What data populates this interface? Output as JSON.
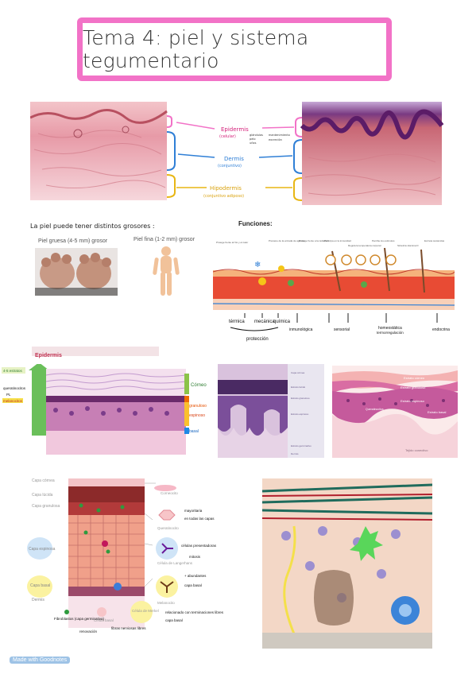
{
  "title": "Tema 4: piel y sistema tegumentario",
  "layers_diagram": {
    "epidermis": "Epidermis",
    "epidermis_sub": "(celular)",
    "epidermis_notes": [
      "glándulas",
      "pelo",
      "uñas"
    ],
    "epidermis_notes2": [
      "mantenimiento",
      "excreción"
    ],
    "dermis": "Dermis",
    "dermis_sub": "(conjuntivo)",
    "hipodermis": "Hipodermis",
    "hipodermis_sub": "(conjuntivo adiposo)"
  },
  "thickness": {
    "heading": "La piel puede tener distintos grosores :",
    "thick_label": "Piel gruesa (4-5 mm) grosor",
    "thin_label": "Piel fina (1-2 mm) grosor"
  },
  "functions": {
    "heading": "Funciones",
    "colon": ":",
    "labels": [
      "térmica",
      "mecánica",
      "química",
      "inmunológica",
      "sensorial",
      "homeostática",
      "termorregulación",
      "endocrina"
    ],
    "sub_label": "protección",
    "tiny_captions": [
      "Protege frente al frío y el calor",
      "Previene de la entrada de agentes",
      "Protege frente a la radiación",
      "Participa en la inmunidad",
      "Regula la temperatura corporal",
      "Percibe los estímulos",
      "Sintetiza vitamina D",
      "Excreta sustancias"
    ]
  },
  "epidermis_panel": {
    "title": "Epidermis",
    "side_notes": [
      "4-5 estratos",
      "queratinocitos",
      "PL",
      "melanocitos"
    ],
    "layers": [
      "Córneo",
      "granuloso",
      "espinoso",
      "basal"
    ],
    "histo_right_labels": [
      "Estrato córneo",
      "Estrato granuloso",
      "Estrato espinoso",
      "Estrato basal",
      "Tejido conectivo",
      "Queratinocitos"
    ],
    "histo_mid_labels": [
      "Capa córnea",
      "Estrato lúcido",
      "Estrato granuloso",
      "Estrato espinoso",
      "Estrato germinativo",
      "Dermis"
    ]
  },
  "cells_diagram": {
    "left_layers": [
      "Capa córnea",
      "Capa lúcida",
      "Capa granulosa",
      "Capa espinosa",
      "Capa basal",
      "Dermis"
    ],
    "cells": [
      "Corneocito",
      "Queratinocito",
      "Célula de Langerhans",
      "Melanocito",
      "Célula basal",
      "Célula de Merkel"
    ],
    "notes": [
      "mayoritaria",
      "en todas las capas",
      "células presentadoras",
      "+ abundantes",
      "capa basal",
      "relacionado con terminaciones libres",
      "capa basal",
      "fibras nerviosas libres",
      "mitosis"
    ],
    "bottom_notes": [
      "Fibroblastos (capa germinativa)",
      "renovación"
    ]
  },
  "footer": "Made with Goodnotes",
  "colors": {
    "pink": "#f272c7",
    "blue": "#2f7fd6",
    "yellow": "#e8b614",
    "magenta": "#d4207a"
  }
}
